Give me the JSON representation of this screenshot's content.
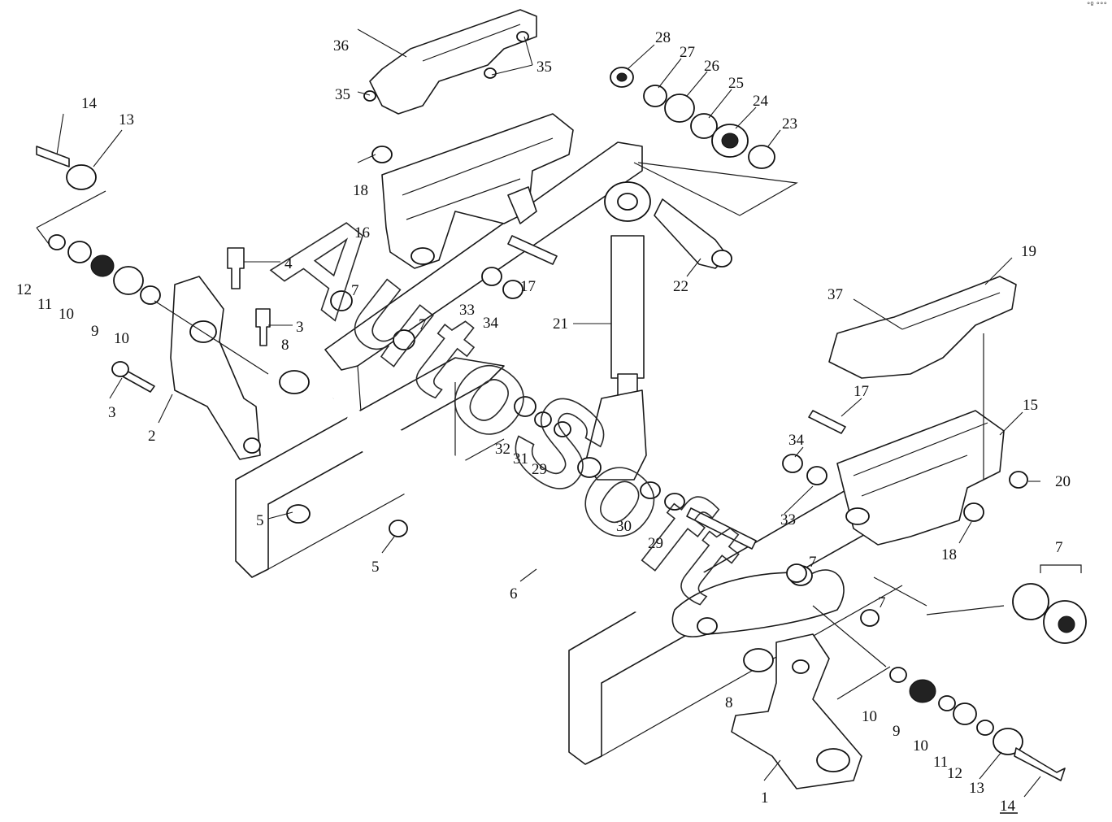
{
  "watermark": "AutoSoft",
  "corner_mark": "°º °°°",
  "parts": {
    "p1": "1",
    "p2": "2",
    "p3a": "3",
    "p3b": "3",
    "p4": "4",
    "p5a": "5",
    "p5b": "5",
    "p6": "6",
    "p7a": "7",
    "p7b": "7",
    "p7c": "7",
    "p7d": "7",
    "p7e": "7",
    "p8a": "8",
    "p8b": "8",
    "p9a": "9",
    "p9b": "9",
    "p10a": "10",
    "p10b": "10",
    "p10c": "10",
    "p10d": "10",
    "p11a": "11",
    "p11b": "11",
    "p12a": "12",
    "p12b": "12",
    "p13a": "13",
    "p13b": "13",
    "p14a": "14",
    "p14b": "14",
    "p15": "15",
    "p16": "16",
    "p17a": "17",
    "p17b": "17",
    "p18a": "18",
    "p18b": "18",
    "p19": "19",
    "p20": "20",
    "p21": "21",
    "p22": "22",
    "p23": "23",
    "p24": "24",
    "p25": "25",
    "p26": "26",
    "p27": "27",
    "p28": "28",
    "p29a": "29",
    "p29b": "29",
    "p30": "30",
    "p31": "31",
    "p32": "32",
    "p33a": "33",
    "p33b": "33",
    "p34a": "34",
    "p34b": "34",
    "p35a": "35",
    "p35b": "35",
    "p36": "36",
    "p37": "37"
  }
}
